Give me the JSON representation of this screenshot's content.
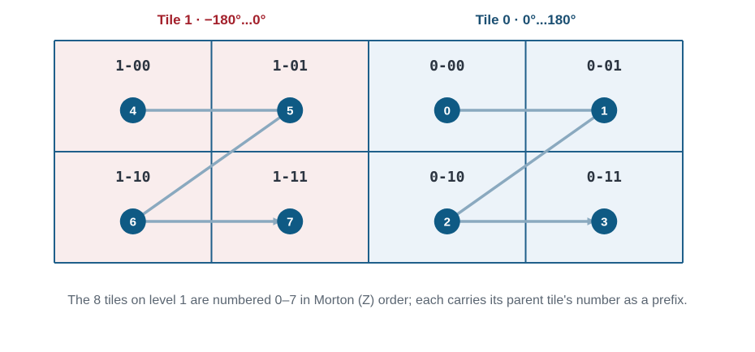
{
  "tiles": [
    {
      "header": "Tile 1 · −180°...0°",
      "header_color": "#a3202b",
      "fill": "#f9eded",
      "cells": [
        {
          "code": "1-00",
          "number": "4"
        },
        {
          "code": "1-01",
          "number": "5"
        },
        {
          "code": "1-10",
          "number": "6"
        },
        {
          "code": "1-11",
          "number": "7"
        }
      ]
    },
    {
      "header": "Tile 0 · 0°...180°",
      "header_color": "#1b4f72",
      "fill": "#ecf3f9",
      "cells": [
        {
          "code": "0-00",
          "number": "0"
        },
        {
          "code": "0-01",
          "number": "1"
        },
        {
          "code": "0-10",
          "number": "2"
        },
        {
          "code": "0-11",
          "number": "3"
        }
      ]
    }
  ],
  "colors": {
    "node": "#0f5a84",
    "path": "#8aa9bf",
    "border": "#1f5f8a"
  },
  "caption": "The 8 tiles on level 1 are numbered 0–7 in Morton (Z) order; each carries its parent tile's number as a prefix."
}
